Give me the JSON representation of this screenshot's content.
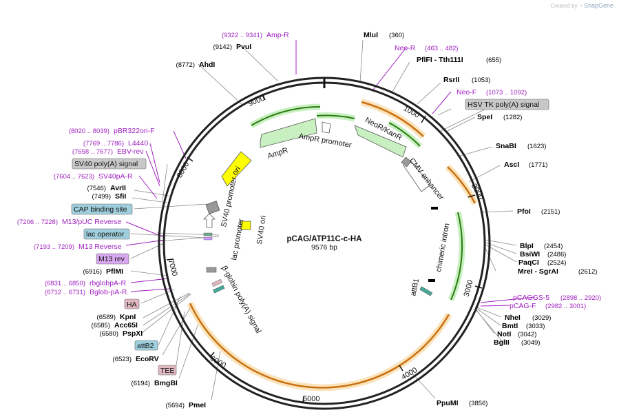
{
  "header": {
    "credit_prefix": "Created by",
    "credit_brand": "SnapGene"
  },
  "plasmid": {
    "name": "pCAG/ATP11C-c-HA",
    "length": "9576 bp"
  },
  "colors": {
    "primer": "#a020c0",
    "enzyme": "#000000",
    "grey_label": "#c8c8c8",
    "blue_label": "#9fcfdc",
    "pink_label": "#e0b8c0",
    "purple_label": "#d8a8f0",
    "green_arrow": "#c8f0c0",
    "orange_arrow": "#f0a030",
    "yellow_feature": "#ffff00"
  },
  "ticks": [
    "1000",
    "2000",
    "3000",
    "4000",
    "5000",
    "6000",
    "7000",
    "8000",
    "9000"
  ],
  "right_enzymes": [
    {
      "name": "MluI",
      "pos": "(360)"
    },
    {
      "name": "PflFI  - Tth111I",
      "pos": "(655)"
    },
    {
      "name": "RsrII",
      "pos": "(1053)"
    },
    {
      "name": "SpeI",
      "pos": "(1282)"
    },
    {
      "name": "SnaBI",
      "pos": "(1623)"
    },
    {
      "name": "AscI",
      "pos": "(1771)"
    },
    {
      "name": "PfoI",
      "pos": "(2151)"
    },
    {
      "name": "BlpI",
      "pos": "(2454)"
    },
    {
      "name": "BsiWI",
      "pos": "(2486)"
    },
    {
      "name": "PaqCI",
      "pos": "(2524)"
    },
    {
      "name": "MreI  - SgrAI",
      "pos": "(2612)"
    },
    {
      "name": "NheI",
      "pos": "(3029)"
    },
    {
      "name": "BmtI",
      "pos": "(3033)"
    },
    {
      "name": "NotI",
      "pos": "(3042)"
    },
    {
      "name": "BglII",
      "pos": "(3049)"
    },
    {
      "name": "PpuMI",
      "pos": "(3856)"
    }
  ],
  "left_enzymes": [
    {
      "name": "PvuI",
      "pos": "(9142)"
    },
    {
      "name": "AhdI",
      "pos": "(8772)"
    },
    {
      "name": "AvrII",
      "pos": "(7546)"
    },
    {
      "name": "SfiI",
      "pos": "(7499)"
    },
    {
      "name": "PflMI",
      "pos": "(6916)"
    },
    {
      "name": "KpnI",
      "pos": "(6589)"
    },
    {
      "name": "Acc65I",
      "pos": "(6585)"
    },
    {
      "name": "PspXI",
      "pos": "(6580)"
    },
    {
      "name": "EcoRV",
      "pos": "(6523)"
    },
    {
      "name": "BmgBI",
      "pos": "(6194)"
    },
    {
      "name": "PmeI",
      "pos": "(5694)"
    }
  ],
  "primers": [
    {
      "name": "Amp-R",
      "pos": "(9322 .. 9341)"
    },
    {
      "name": "Neo-R",
      "pos": "(463 .. 482)"
    },
    {
      "name": "Neo-F",
      "pos": "(1073 .. 1092)"
    },
    {
      "name": "pCAGGS-5",
      "pos": "(2898 .. 2920)"
    },
    {
      "name": "pCAG-F",
      "pos": "(2982 .. 3001)"
    },
    {
      "name": "pBR322ori-F",
      "pos": "(8020 .. 8039)"
    },
    {
      "name": "L4440",
      "pos": "(7769 .. 7786)"
    },
    {
      "name": "EBV-rev",
      "pos": "(7658 .. 7677)"
    },
    {
      "name": "SV40pA-R",
      "pos": "(7604 .. 7623)"
    },
    {
      "name": "M13/pUC Reverse",
      "pos": "(7206 .. 7228)"
    },
    {
      "name": "M13 Reverse",
      "pos": "(7193 .. 7209)"
    },
    {
      "name": "rbglobpA-R",
      "pos": "(6831 .. 6850)"
    },
    {
      "name": "Bglob-pA-R",
      "pos": "(6712 .. 6731)"
    }
  ],
  "boxed_labels": {
    "hsv_tk": "HSV TK poly(A) signal",
    "sv40_polya": "SV40 poly(A) signal",
    "cap": "CAP binding site",
    "lac_op": "lac operator",
    "m13rev": "M13 rev",
    "ha": "HA",
    "attb2": "attB2",
    "tee": "TEE"
  },
  "inner_features": {
    "ampr": "AmpR",
    "ampr_promoter": "AmpR promoter",
    "neor": "NeoR/KanR",
    "cmv": "CMV enhancer",
    "chimeric": "chimeric intron",
    "attb1": "attB1",
    "ori": "ori",
    "sv40_promoter": "SV40 promoter",
    "lac_promoter": "lac promoter",
    "sv40_ori": "SV40 ori",
    "bglobin": "β-globin poly(A) signal"
  }
}
